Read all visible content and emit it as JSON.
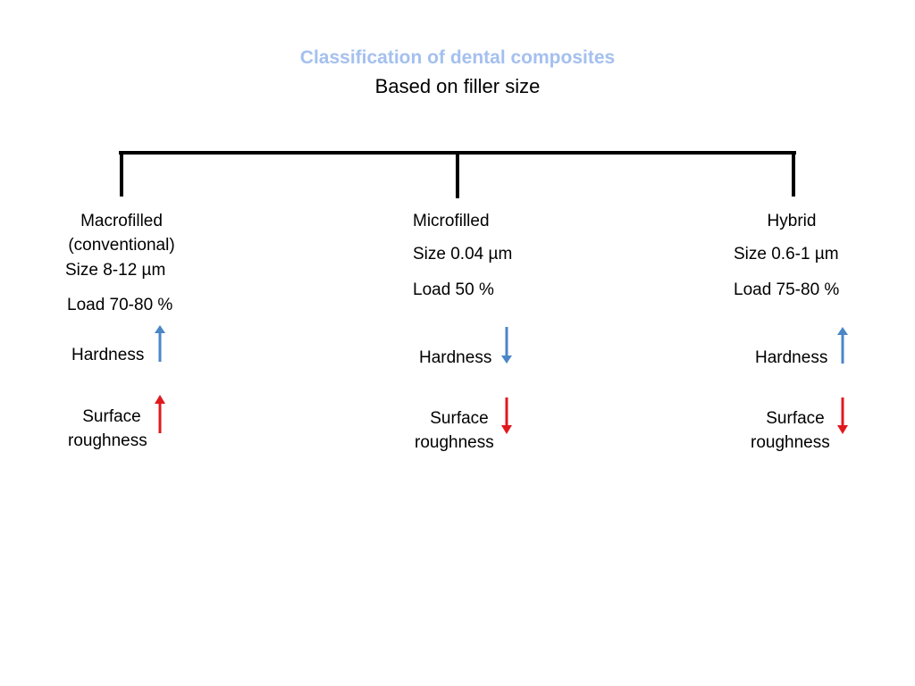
{
  "title": "Classification of dental composites",
  "subtitle": "Based on filler size",
  "branches": [
    {
      "name_line1": "Macrofilled",
      "name_line2": "(conventional)",
      "size": "Size 8-12 µm",
      "load": "Load 70-80 %",
      "hardness_label": "Hardness",
      "hardness_direction": "up",
      "roughness_line1": "Surface",
      "roughness_line2": "roughness",
      "roughness_direction": "up"
    },
    {
      "name_line1": "Microfilled",
      "size": "Size 0.04 µm",
      "load": "Load  50 %",
      "hardness_label": "Hardness",
      "hardness_direction": "down",
      "roughness_line1": "Surface",
      "roughness_line2": "roughness",
      "roughness_direction": "down"
    },
    {
      "name_line1": "Hybrid",
      "size": "Size 0.6-1 µm",
      "load": "Load  75-80 %",
      "hardness_label": "Hardness",
      "hardness_direction": "up",
      "roughness_line1": "Surface",
      "roughness_line2": "roughness",
      "roughness_direction": "down"
    }
  ],
  "colors": {
    "title": "#a4c0ef",
    "hardness_arrow": "#4a86c8",
    "roughness_arrow": "#e0191f",
    "connector": "#000000"
  }
}
